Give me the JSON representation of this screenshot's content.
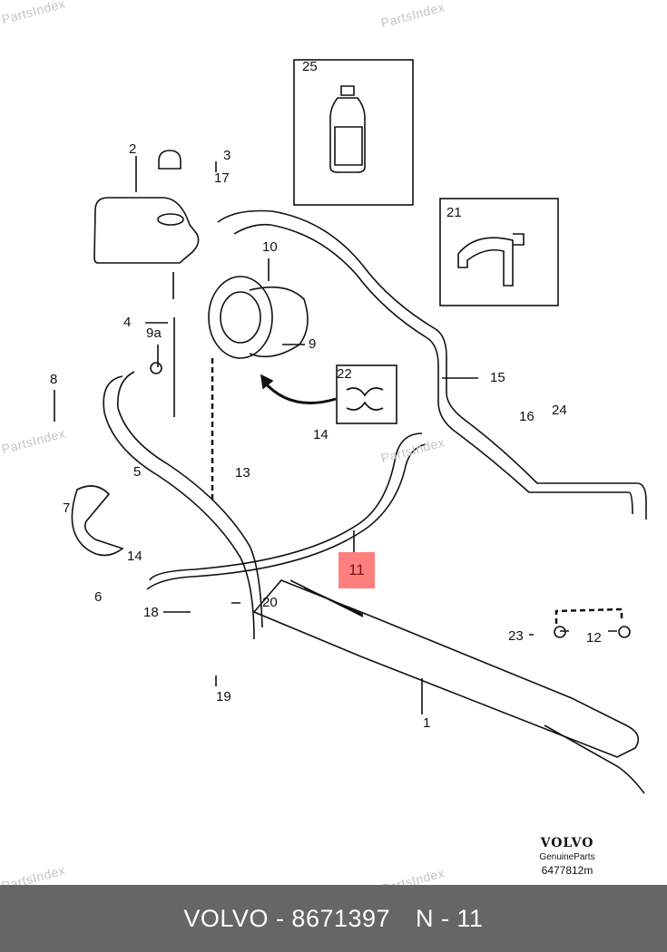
{
  "watermarks": [
    "PartsIndex",
    "PartsIndex",
    "PartsIndex",
    "PartsIndex",
    "PartsIndex",
    "PartsIndex"
  ],
  "callouts": {
    "p1": "1",
    "p2": "2",
    "p3": "3",
    "p4": "4",
    "p5": "5",
    "p6": "6",
    "p7": "7",
    "p8": "8",
    "p9": "9",
    "p9a": "9a",
    "p10": "10",
    "p11": "11",
    "p12": "12",
    "p13": "13",
    "p14a": "14",
    "p14b": "14",
    "p15": "15",
    "p16": "16",
    "p17": "17",
    "p18": "18",
    "p19": "19",
    "p20": "20",
    "p21": "21",
    "p22": "22",
    "p23": "23",
    "p24": "24",
    "p25": "25"
  },
  "highlight": {
    "part": "11",
    "color": "#ff7f7f"
  },
  "brand": {
    "logo": "VOLVO",
    "subtitle": "GenuineParts",
    "drawing_number": "6477812m"
  },
  "footer": {
    "brand_part": "VOLVO - 8671397",
    "position": "N - 11",
    "background": "#666666"
  }
}
